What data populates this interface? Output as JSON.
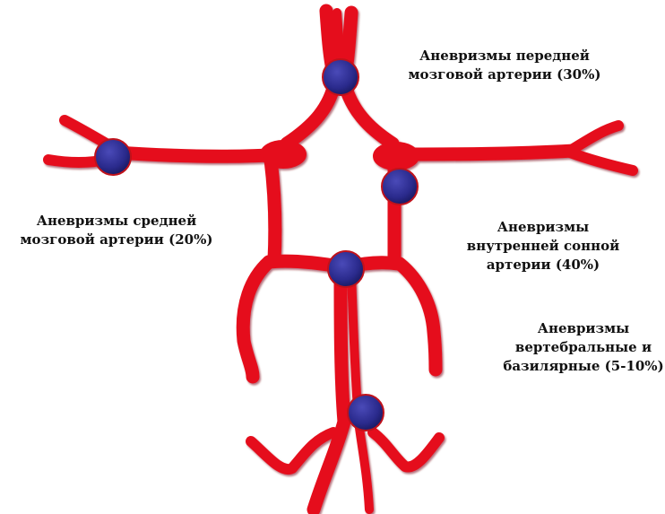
{
  "diagram": {
    "colors": {
      "artery": "#e5101c",
      "artery_shadow": "#9a0a12",
      "aneurysm": "#2a2a8c",
      "aneurysm_rim": "#c0121b",
      "text": "#111111"
    },
    "labels": {
      "aca": {
        "line1": "Аневризмы передней",
        "line2": "мозговой артерии (30%)"
      },
      "mca": {
        "line1": "Аневризмы средней",
        "line2": "мозговой артерии (20%)"
      },
      "ica": {
        "line1": "Аневризмы",
        "line2": "внутренней сонной",
        "line3": "артерии (40%)"
      },
      "vb": {
        "line1": "Аневризмы",
        "line2": "вертебральные и",
        "line3": "базилярные (5-10%)"
      }
    }
  }
}
